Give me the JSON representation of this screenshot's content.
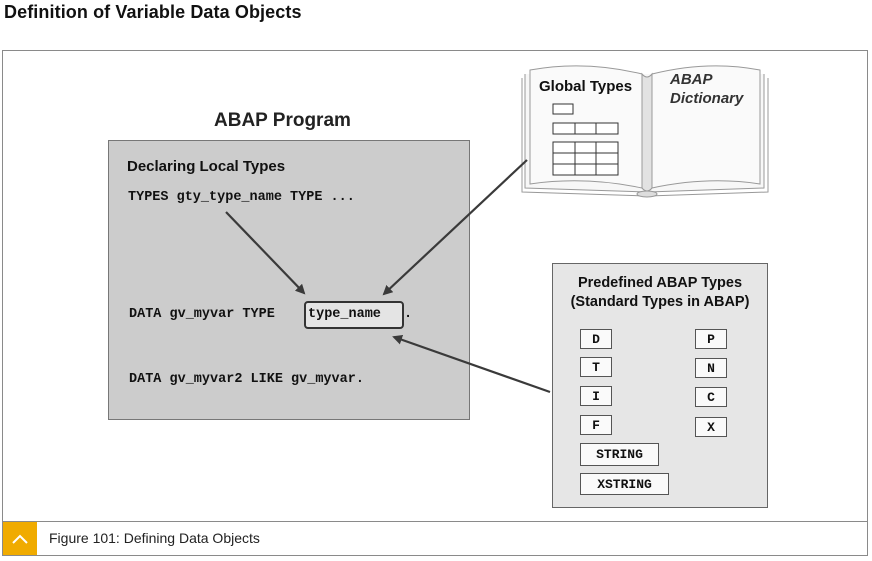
{
  "header": {
    "title": "Definition of Variable Data Objects"
  },
  "diagram": {
    "program_title": "ABAP Program",
    "local_types_heading": "Declaring Local Types",
    "code_types": "TYPES gty_type_name TYPE ...",
    "code_data_prefix": "DATA gv_myvar TYPE ",
    "code_type_name": "type_name",
    "code_data_suffix": ".",
    "code_data2": "DATA gv_myvar2 LIKE gv_myvar.",
    "book": {
      "left_title": "Global Types",
      "right_title_line1": "ABAP",
      "right_title_line2": "Dictionary"
    },
    "predefined": {
      "title_line1": "Predefined ABAP Types",
      "title_line2": "(Standard Types in ABAP)",
      "types_left": [
        "D",
        "T",
        "I",
        "F"
      ],
      "types_right": [
        "P",
        "N",
        "C",
        "X"
      ],
      "types_wide": [
        "STRING",
        "XSTRING"
      ]
    }
  },
  "caption": {
    "text": "Figure 101: Defining Data Objects",
    "toggle_icon": "chevron-up-icon",
    "accent_color": "#f0ab00"
  }
}
